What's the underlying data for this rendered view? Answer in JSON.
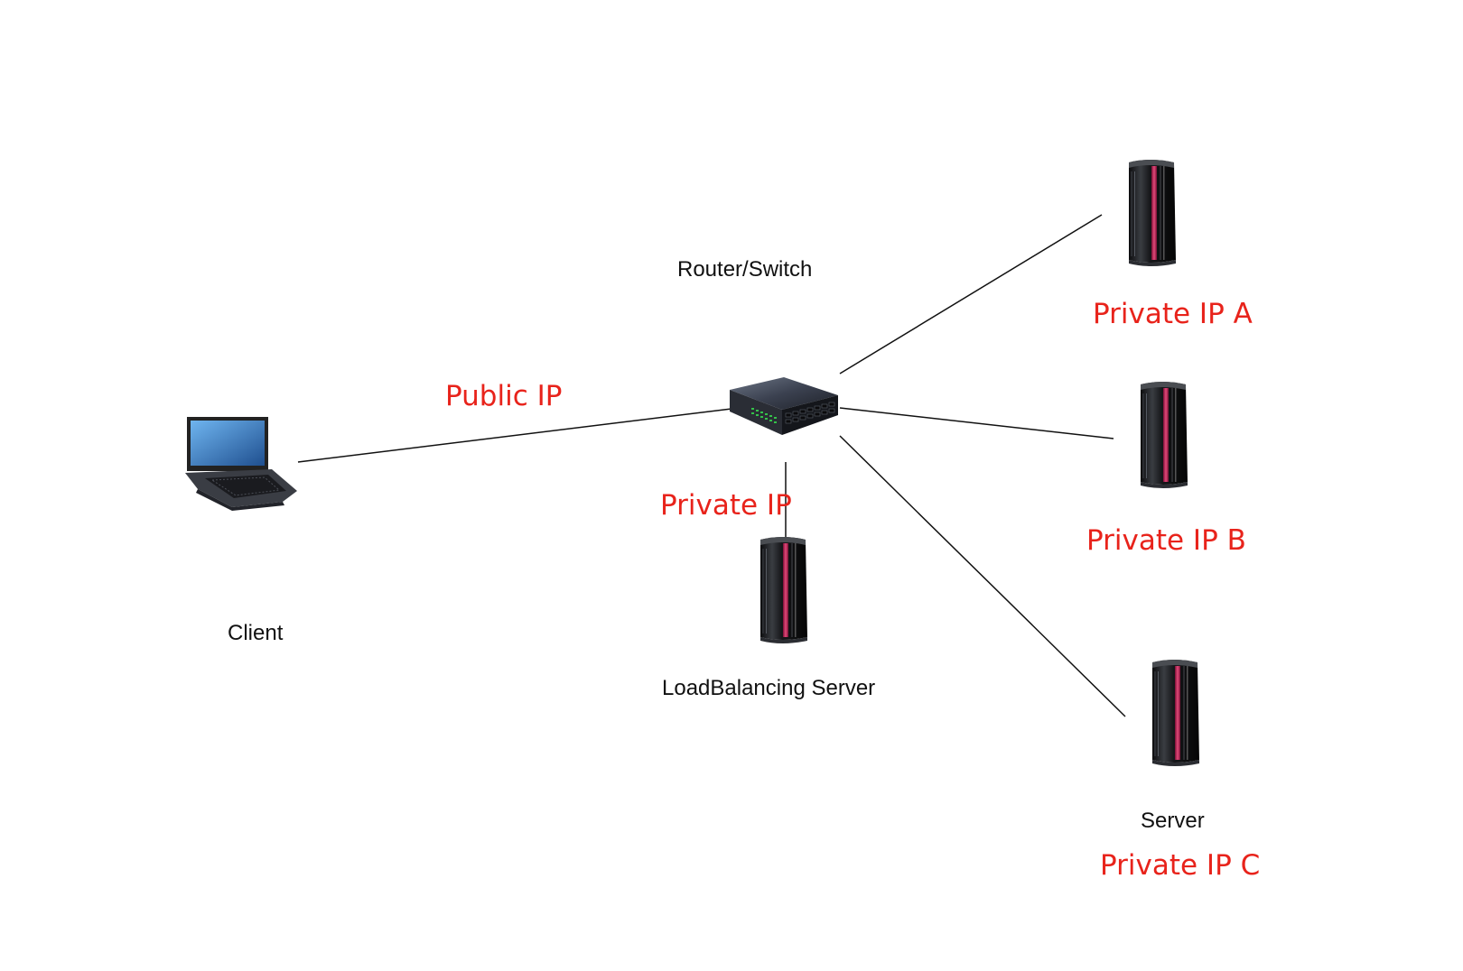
{
  "labels": {
    "router": "Router/Switch",
    "client": "Client",
    "load_balancer": "LoadBalancing Server",
    "server": "Server",
    "public_ip": "Public IP",
    "private_ip": "Private IP",
    "private_ip_a": "Private IP A",
    "private_ip_b": "Private IP B",
    "private_ip_c": "Private IP C"
  },
  "icons": {
    "client": "laptop-icon",
    "router": "network-switch-icon",
    "load_balancer": "server-tower-icon",
    "server_a": "server-tower-icon",
    "server_b": "server-tower-icon",
    "server_c": "server-tower-icon"
  },
  "colors": {
    "background": "#ffffff",
    "link": "#111111",
    "ip_label": "#e8231b",
    "node_label": "#111111",
    "server_accent": "#c2185b",
    "switch_led": "#35c24a"
  }
}
